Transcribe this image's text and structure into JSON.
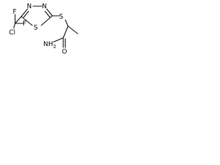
{
  "molecule": {
    "atoms": {
      "f_top": "F",
      "f_right": "F",
      "cl": "Cl",
      "n_left": "N",
      "n_right": "N",
      "s_ring": "S",
      "s_linker": "S",
      "nh2": "NH",
      "nh2_sub": "2",
      "o": "O"
    }
  }
}
